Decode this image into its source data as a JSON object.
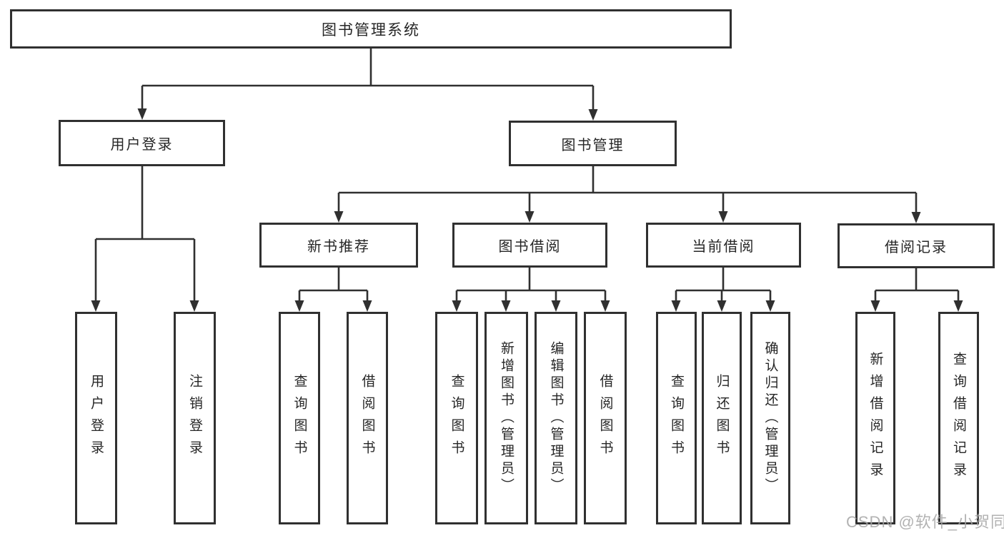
{
  "diagram": {
    "title": "图书管理系统",
    "root": {
      "label": "图书管理系统"
    },
    "level2": {
      "user_login": {
        "label": "用户登录"
      },
      "book_mgmt": {
        "label": "图书管理"
      }
    },
    "level3": {
      "new_book_rec": {
        "label": "新书推荐"
      },
      "book_borrow": {
        "label": "图书借阅"
      },
      "current_borrow": {
        "label": "当前借阅"
      },
      "borrow_records": {
        "label": "借阅记录"
      }
    },
    "leaves": {
      "user_login": [
        "用户登录",
        "注销登录"
      ],
      "new_book_rec": [
        "查询图书",
        "借阅图书"
      ],
      "book_borrow": [
        "查询图书",
        "新增图书（管理员）",
        "编辑图书（管理员）",
        "借阅图书"
      ],
      "current_borrow": [
        "查询图书",
        "归还图书",
        "确认归还（管理员）"
      ],
      "borrow_records": [
        "新增借阅记录",
        "查询借阅记录"
      ]
    },
    "colors": {
      "line": "#303030",
      "text": "#262626",
      "watermark": "#a5a5a5",
      "background": "#ffffff"
    },
    "watermark": "CSDN @软件_小贺同学"
  }
}
